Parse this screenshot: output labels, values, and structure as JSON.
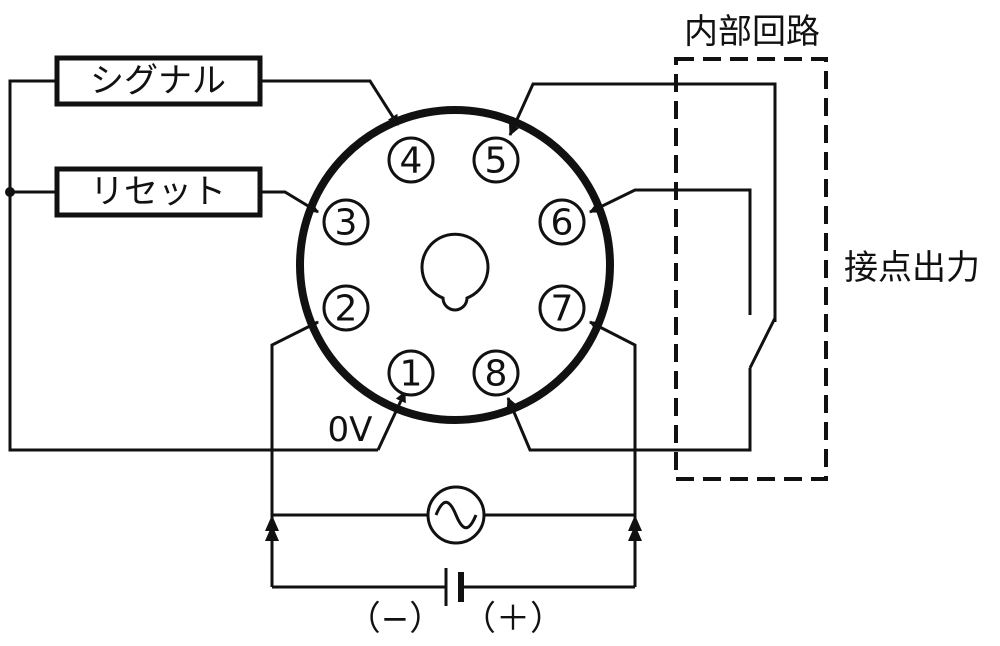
{
  "labels": {
    "internal_circuit": "内部回路",
    "contact_output": "接点出力",
    "signal": "シグナル",
    "reset": "リセット",
    "zero_v": "0V",
    "minus": "（−）",
    "plus": "（＋）"
  },
  "pins": [
    "1",
    "2",
    "3",
    "4",
    "5",
    "6",
    "7",
    "8"
  ],
  "colors": {
    "line": "#111111",
    "background": "#ffffff"
  }
}
